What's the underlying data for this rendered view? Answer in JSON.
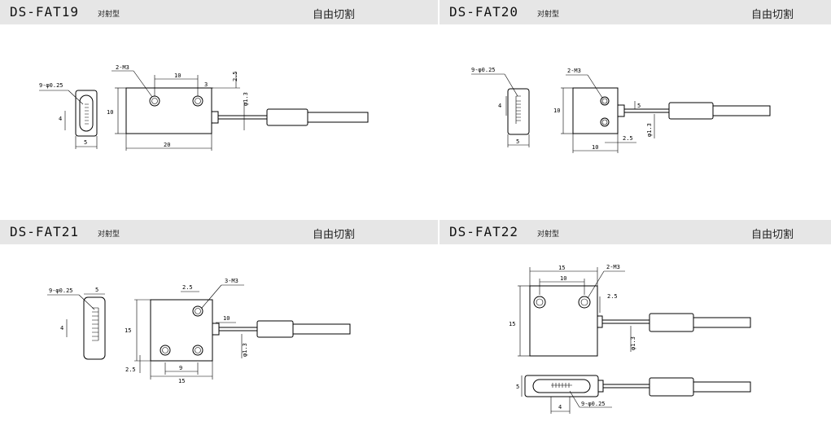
{
  "panels": [
    {
      "model": "DS-FAT19",
      "type": "对射型",
      "tag": "自由切割",
      "dims": {
        "holes": "2-M3",
        "fibers": "9-φ0.25",
        "d10_top": "10",
        "d3": "3",
        "d2_5": "2.5",
        "phi": "φ1.3",
        "d10_side": "10",
        "d4": "4",
        "d5": "5",
        "d20": "20"
      }
    },
    {
      "model": "DS-FAT20",
      "type": "对射型",
      "tag": "自由切割",
      "dims": {
        "holes": "2-M3",
        "fibers": "9-φ0.25",
        "d4": "4",
        "d5": "5",
        "d10_side": "10",
        "d5_right": "5",
        "phi": "φ1.3",
        "d2_5": "2.5",
        "d10_bottom": "10"
      }
    },
    {
      "model": "DS-FAT21",
      "type": "对射型",
      "tag": "自由切割",
      "dims": {
        "holes": "3-M3",
        "fibers": "9-φ0.25",
        "d5": "5",
        "d4": "4",
        "d2_5_top": "2.5",
        "d15_side": "15",
        "d10": "10",
        "phi": "φ1.3",
        "d2_5_bottom": "2.5",
        "d9": "9",
        "d15_bottom": "15"
      }
    },
    {
      "model": "DS-FAT22",
      "type": "对射型",
      "tag": "自由切割",
      "dims": {
        "holes": "2-M3",
        "d15_top": "15",
        "d10_top": "10",
        "d2_5": "2.5",
        "d15_side": "15",
        "phi": "φ1.3",
        "d5": "5",
        "d4": "4",
        "fibers": "9-φ0.25"
      }
    }
  ]
}
